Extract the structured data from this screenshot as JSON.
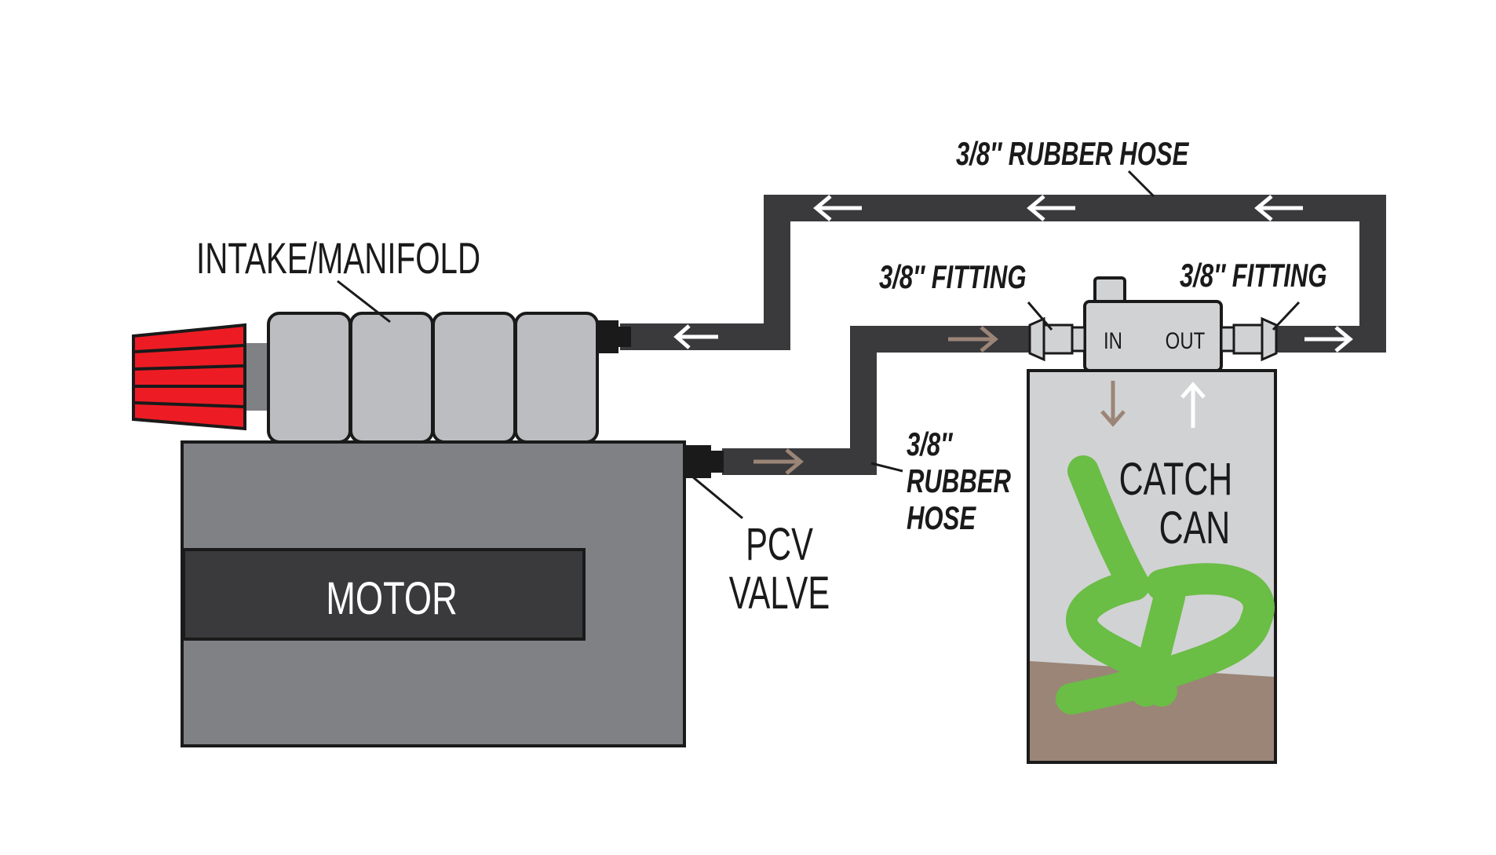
{
  "labels": {
    "intake_manifold": "INTAKE/MANIFOLD",
    "motor": "MOTOR",
    "pcv_valve_line1": "PCV",
    "pcv_valve_line2": "VALVE",
    "rubber_hose_top": "3/8″ RUBBER HOSE",
    "rubber_hose_lower_line1": "3/8″",
    "rubber_hose_lower_line2": "RUBBER",
    "rubber_hose_lower_line3": "HOSE",
    "fitting_in": "3/8″ FITTING",
    "fitting_out": "3/8″ FITTING",
    "catch_can_line1": "CATCH",
    "catch_can_line2": "CAN",
    "port_in": "IN",
    "port_out": "OUT"
  },
  "colors": {
    "hose": "#3a3a3c",
    "motor_body": "#808184",
    "motor_band": "#3a3a3c",
    "manifold": "#bcbdc0",
    "filter": "#ed1c24",
    "can_body": "#d1d2d4",
    "oil": "#9b8577",
    "sludge": "#6abd45",
    "flow_arrow_in": "#9b8577",
    "flow_arrow_out": "#ffffff"
  }
}
